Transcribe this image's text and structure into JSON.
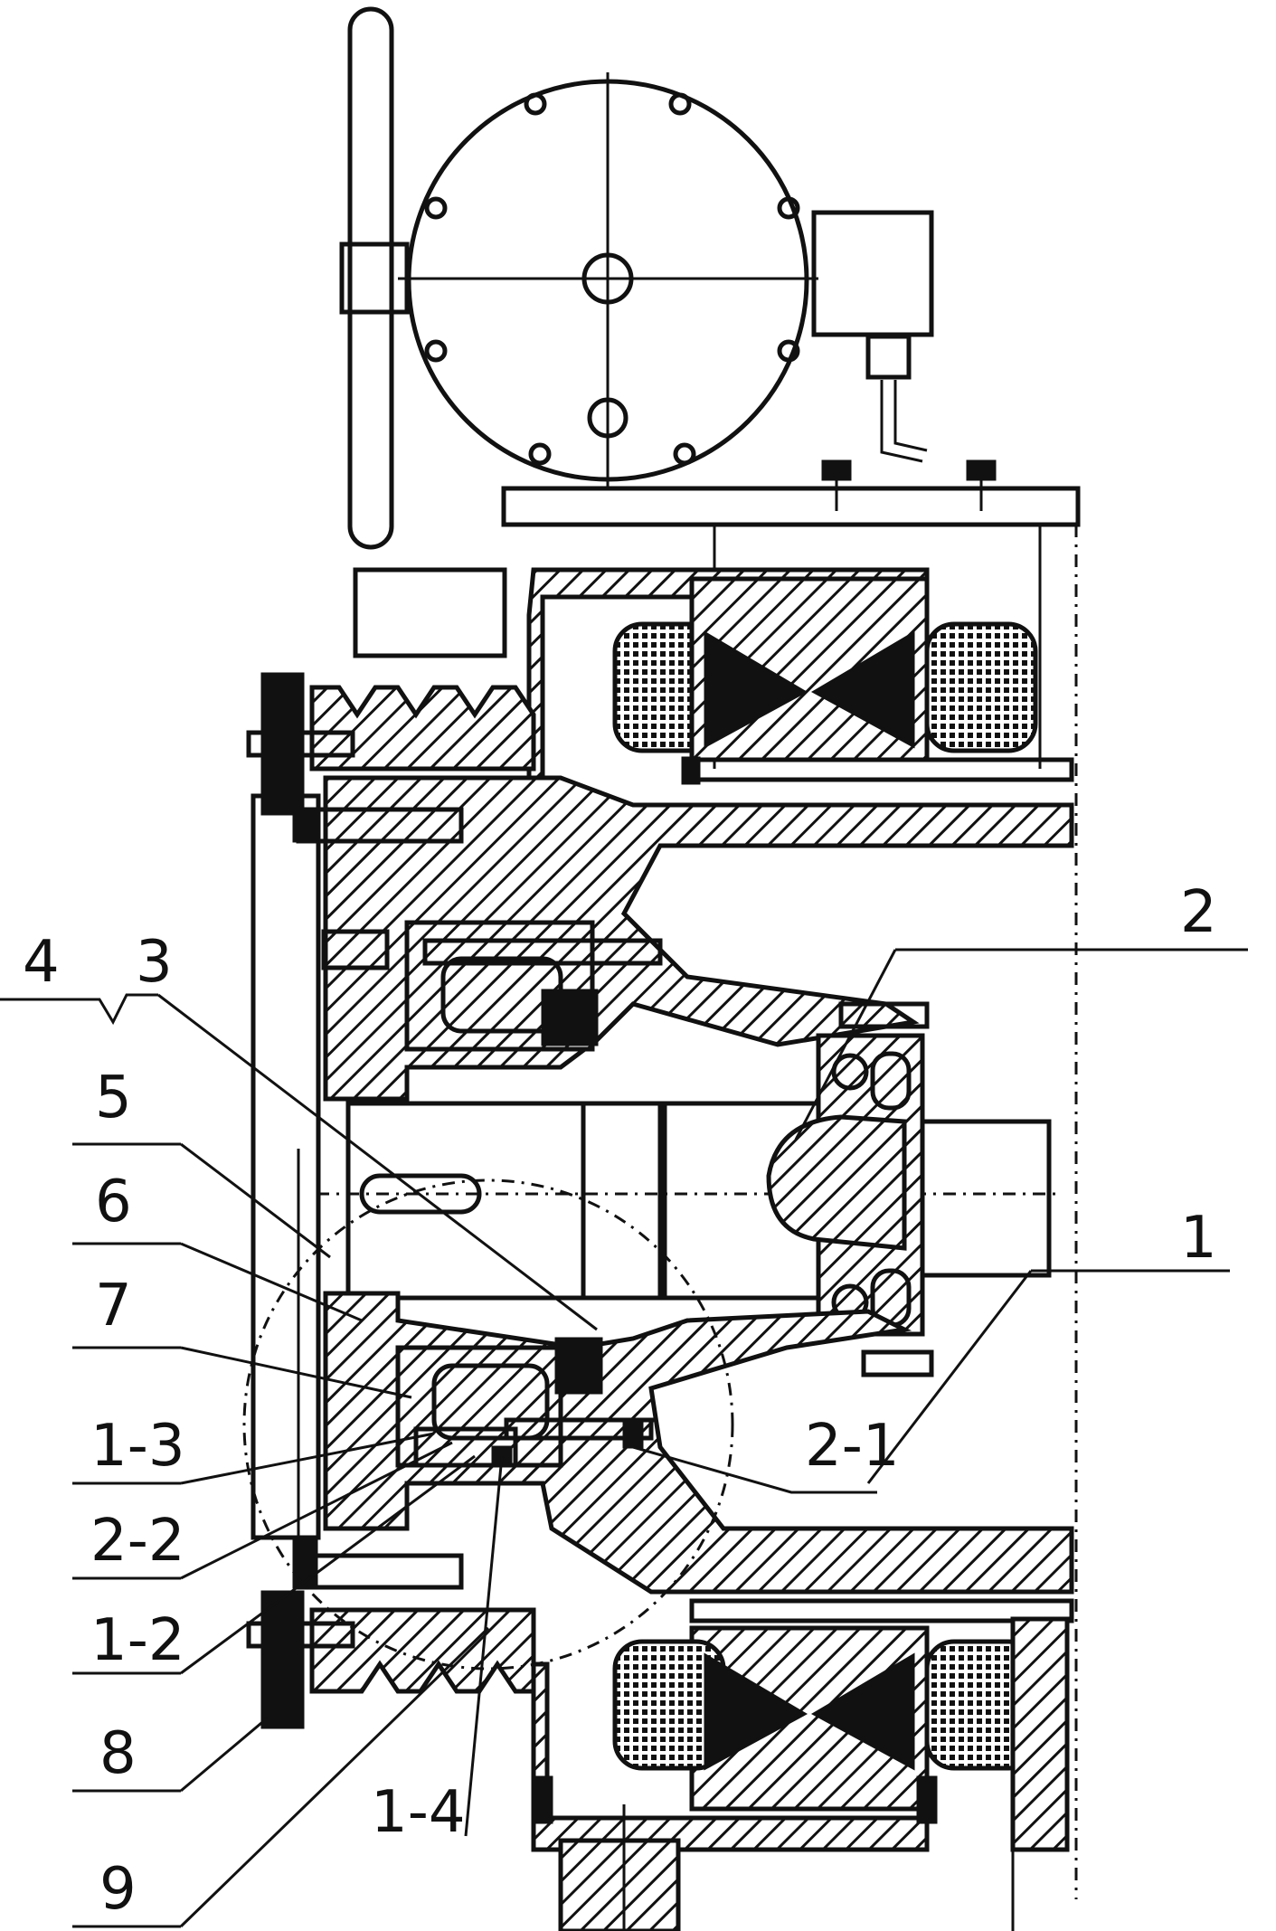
{
  "labels": {
    "l1": "1",
    "l2": "2",
    "l3": "3",
    "l4": "4",
    "l5": "5",
    "l6": "6",
    "l7": "7",
    "l8": "8",
    "l9": "9",
    "l1_3": "1-3",
    "l1_4": "1-4",
    "l2_1": "2-1",
    "l2_2": "2-2",
    "l1_2": "1-2"
  }
}
